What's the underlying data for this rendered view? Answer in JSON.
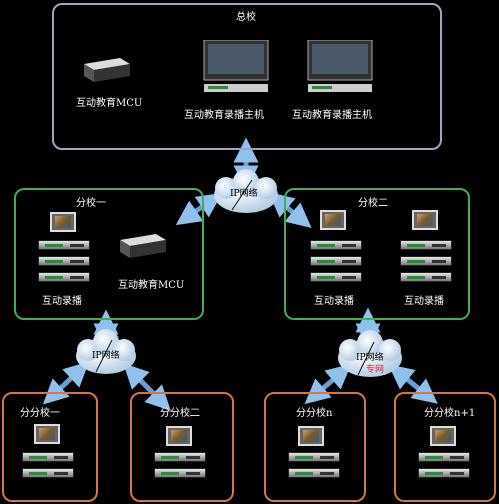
{
  "hq": {
    "title": "总校",
    "mcu_label": "互动教育MCU",
    "host_label_1": "互动教育录播主机",
    "host_label_2": "互动教育录播主机"
  },
  "branch1": {
    "title": "分校一",
    "rec_label": "互动录播",
    "mcu_label": "互动教育MCU"
  },
  "branch2": {
    "title": "分校二",
    "rec_label_1": "互动录播",
    "rec_label_2": "互动录播"
  },
  "clouds": {
    "top": "IP网络",
    "left": "IP网络",
    "right_1": "IP网络",
    "right_2": "专网"
  },
  "sub": {
    "s1": "分分校一",
    "s2": "分分校二",
    "s3": "分分校n",
    "s4": "分分校n+1"
  },
  "colors": {
    "hq_border": "#9aa6c4",
    "branch_border": "#3fae5a",
    "sub_border": "#d9773a",
    "arrow": "#6aa0d8"
  }
}
